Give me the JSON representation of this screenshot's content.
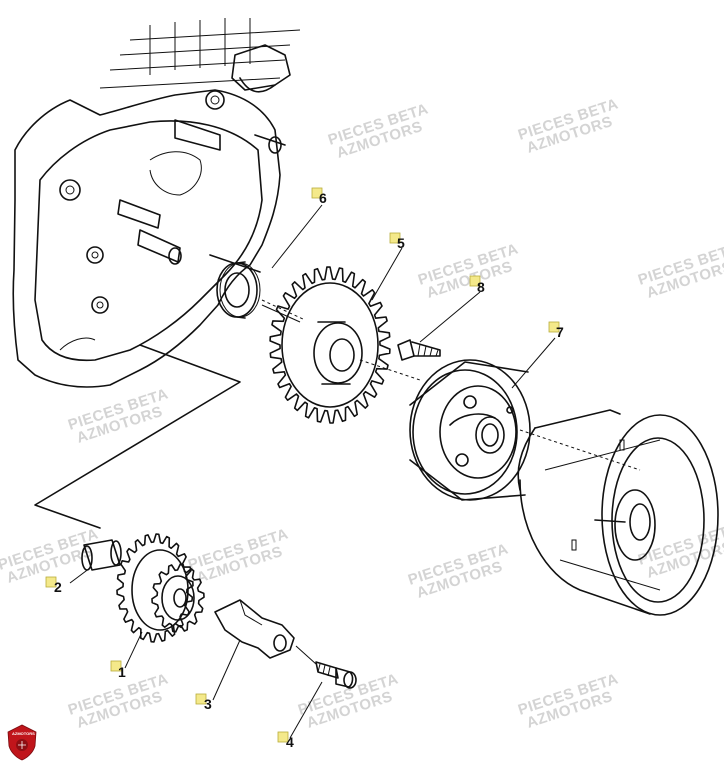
{
  "watermark": {
    "line1": "PIECES BETA",
    "line2": "AZMOTORS"
  },
  "logo": {
    "text": "AZMOTORS",
    "color": "#c0151b"
  },
  "callouts": [
    {
      "id": "1",
      "label": "1"
    },
    {
      "id": "2",
      "label": "2"
    },
    {
      "id": "3",
      "label": "3"
    },
    {
      "id": "4",
      "label": "4"
    },
    {
      "id": "5",
      "label": "5"
    },
    {
      "id": "6",
      "label": "6"
    },
    {
      "id": "7",
      "label": "7"
    },
    {
      "id": "8",
      "label": "8"
    }
  ],
  "colors": {
    "callout_fill": "#f4e98a",
    "line": "#111111",
    "watermark": "#d4d4d4"
  }
}
